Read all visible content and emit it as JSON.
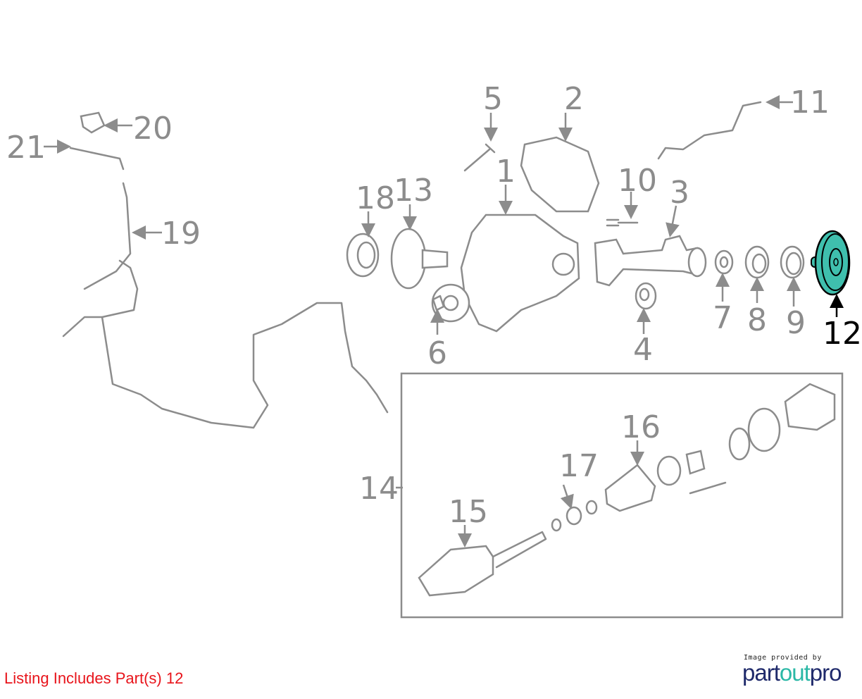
{
  "diagram": {
    "selected_part": "12",
    "highlight_color": "#3fbfad",
    "callouts": [
      "1",
      "2",
      "3",
      "4",
      "5",
      "6",
      "7",
      "8",
      "9",
      "10",
      "11",
      "12",
      "13",
      "14",
      "15",
      "16",
      "17",
      "18",
      "19",
      "20",
      "21"
    ]
  },
  "footer": {
    "listing_text": "Listing Includes Part(s) 12",
    "credit_text": "Image provided by",
    "brand_part1": "part",
    "brand_part2": "out",
    "brand_part3": "pro"
  }
}
